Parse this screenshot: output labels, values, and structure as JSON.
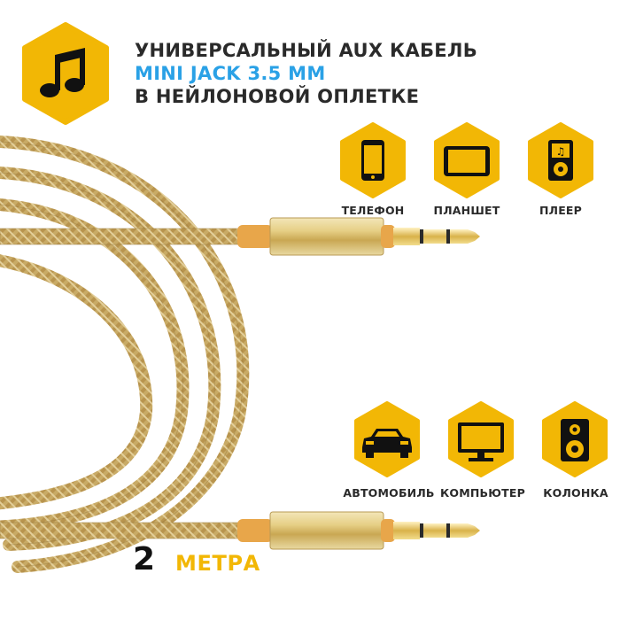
{
  "title": {
    "line1": "УНИВЕРСАЛЬНЫЙ AUX КАБЕЛЬ",
    "line2": "MINI JACK 3.5 MM",
    "line3": "В НЕЙЛОНОВОЙ ОПЛЕТКЕ"
  },
  "devices_top": [
    {
      "label": "ТЕЛЕФОН",
      "icon": "phone-icon"
    },
    {
      "label": "ПЛАНШЕТ",
      "icon": "tablet-icon"
    },
    {
      "label": "ПЛЕЕР",
      "icon": "player-icon"
    }
  ],
  "devices_bottom": [
    {
      "label": "АВТОМОБИЛЬ",
      "icon": "car-icon"
    },
    {
      "label": "КОМПЬЮТЕР",
      "icon": "monitor-icon"
    },
    {
      "label": "КОЛОНКА",
      "icon": "speaker-icon"
    }
  ],
  "length": {
    "number": "2",
    "unit": "МЕТРА"
  },
  "colors": {
    "accent_yellow": "#f2b705",
    "title_blue": "#2aa1e6",
    "cable_gold": "#c9ab66"
  }
}
